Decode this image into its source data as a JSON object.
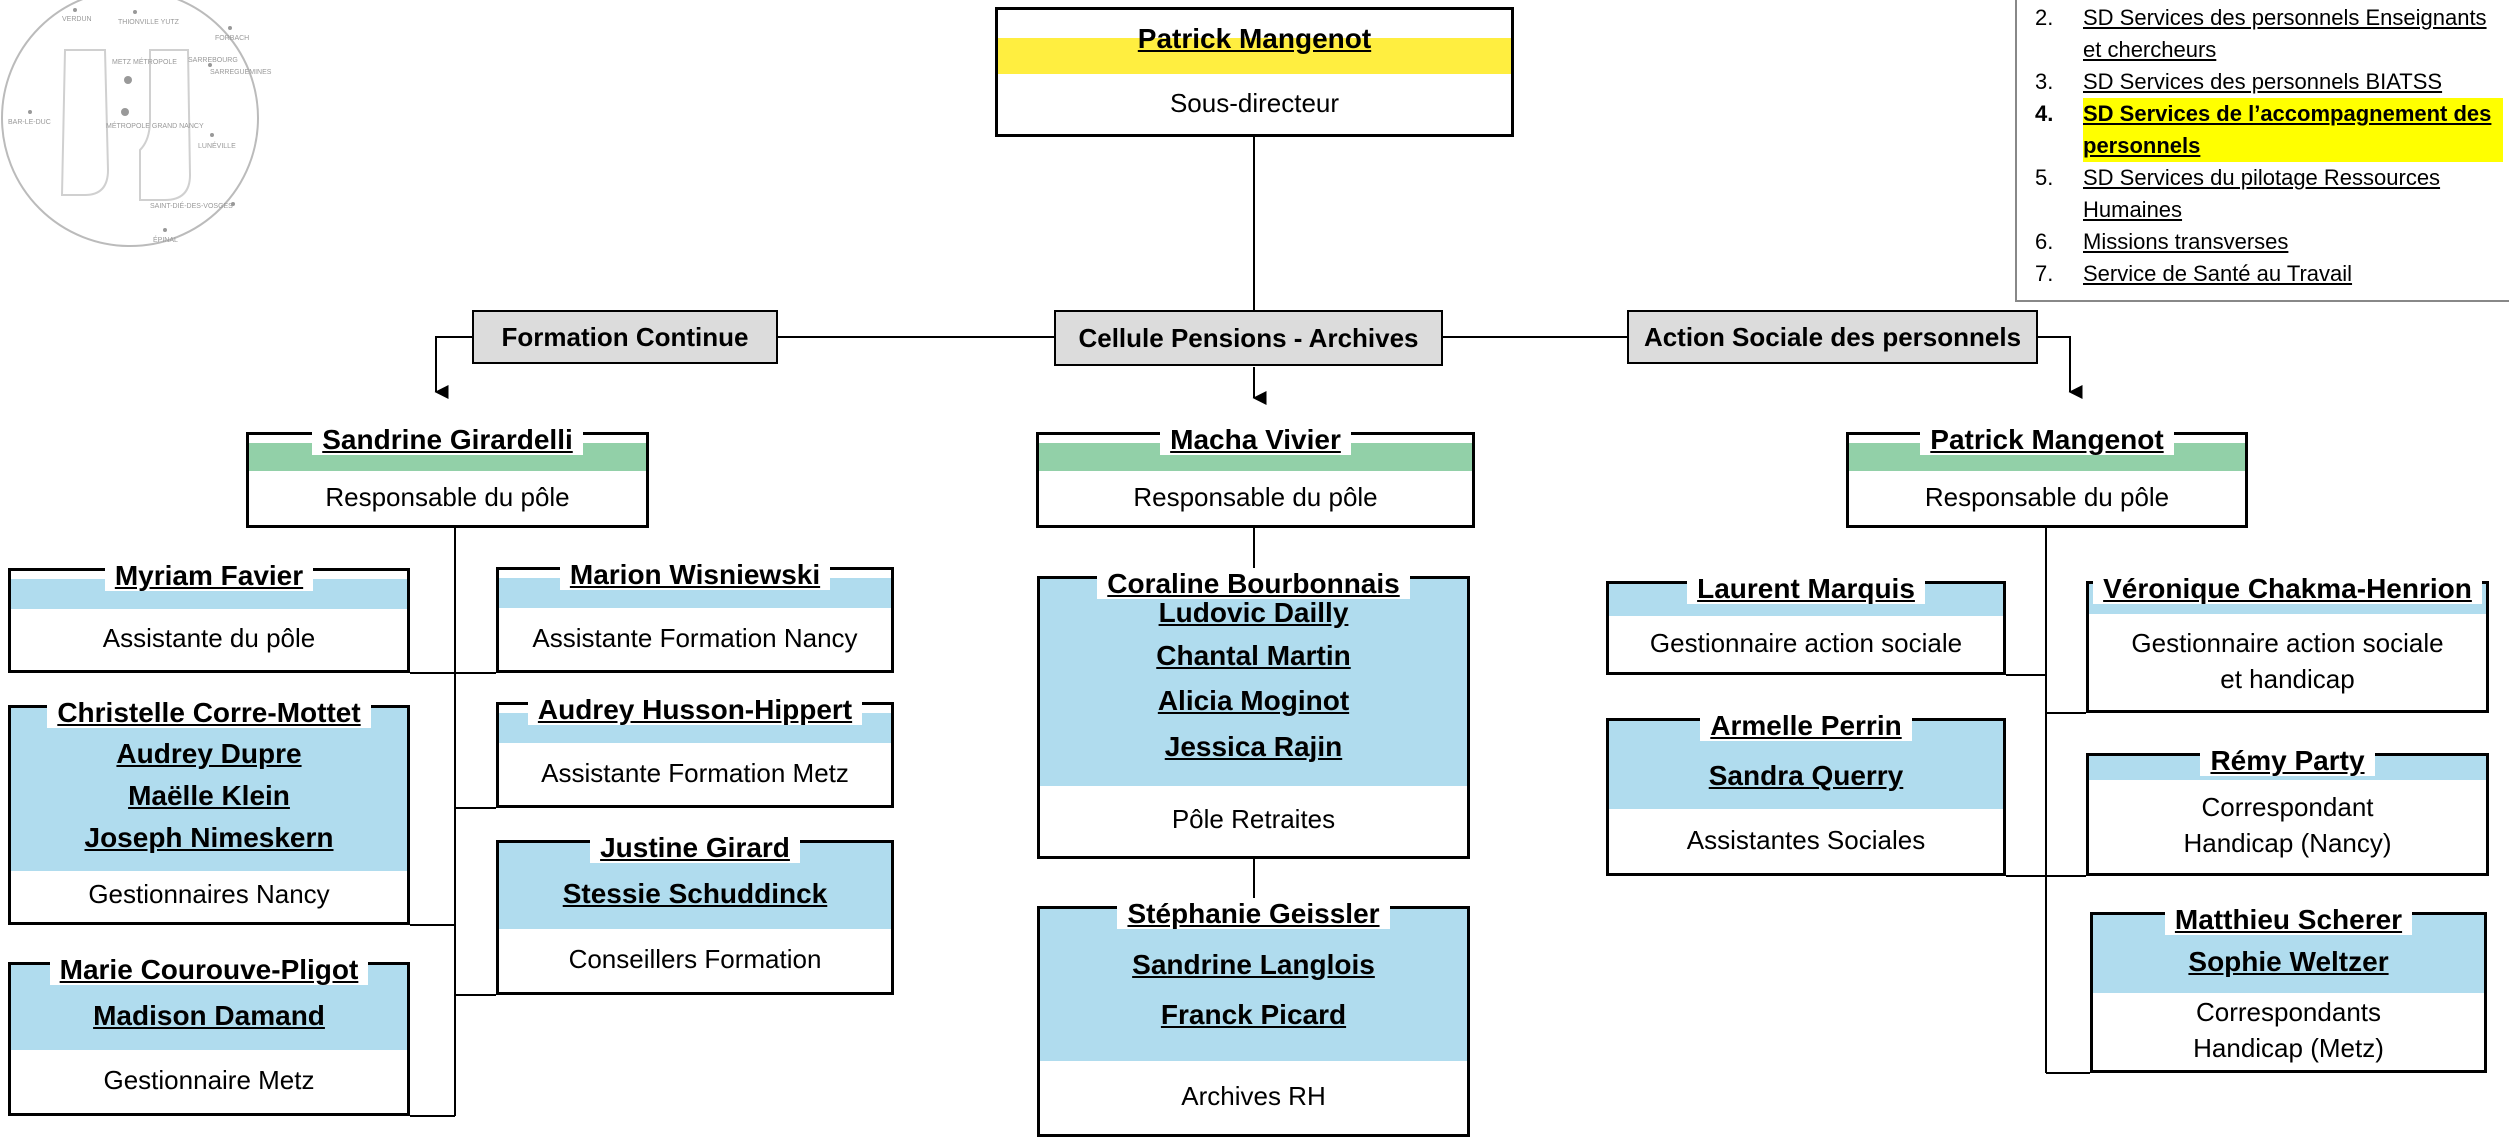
{
  "map": {
    "places": [
      "VERDUN",
      "THIONVILLE YUTZ",
      "FORBACH",
      "METZ MÉTROPOLE",
      "SARREGUEMINES",
      "SARREBOURG",
      "BAR-LE-DUC",
      "MÉTROPOLE GRAND NANCY",
      "LUNÉVILLE",
      "SAINT-DIÉ-DES-VOSGES",
      "ÉPINAL"
    ]
  },
  "legend": {
    "items": [
      {
        "num": "2.",
        "text": "SD Services des personnels Enseignants et chercheurs"
      },
      {
        "num": "3.",
        "text": "SD Services des personnels BIATSS"
      },
      {
        "num": "4.",
        "text": "SD Services de l’accompagnement des personnels",
        "active": true
      },
      {
        "num": "5.",
        "text": "SD Services du pilotage Ressources Humaines"
      },
      {
        "num": "6.",
        "text": "Missions transverses"
      },
      {
        "num": "7.",
        "text": "Service de Santé au Travail"
      }
    ]
  },
  "director": {
    "name": "Patrick Mangenot",
    "role": "Sous-directeur",
    "highlight_color": "#ffee40"
  },
  "sections": {
    "formation": "Formation Continue",
    "pensions": "Cellule Pensions - Archives",
    "action_sociale": "Action Sociale des personnels"
  },
  "colors": {
    "head_band": "#92d0a8",
    "staff_band": "#b0dcee",
    "label_bg": "#dcdcdc"
  },
  "formation": {
    "head": {
      "name": "Sandrine Girardelli",
      "role": "Responsable du pôle"
    },
    "assistante": {
      "names": [
        "Myriam Favier"
      ],
      "role": "Assistante du pôle"
    },
    "nancy": {
      "names": [
        "Christelle Corre-Mottet",
        "Audrey Dupre",
        "Maëlle Klein",
        "Joseph Nimeskern"
      ],
      "role": "Gestionnaires Nancy"
    },
    "metz": {
      "names": [
        "Marie Courouve-Pligot",
        "Madison Damand"
      ],
      "role": "Gestionnaire Metz"
    },
    "asst_nancy": {
      "names": [
        "Marion Wisniewski"
      ],
      "role": "Assistante Formation Nancy"
    },
    "asst_metz": {
      "names": [
        "Audrey Husson-Hippert"
      ],
      "role": "Assistante Formation Metz"
    },
    "conseillers": {
      "names": [
        "Justine Girard",
        "Stessie Schuddinck"
      ],
      "role": "Conseillers Formation"
    }
  },
  "pensions": {
    "head": {
      "name": "Macha Vivier",
      "role": "Responsable du pôle"
    },
    "retraites": {
      "names": [
        "Coraline Bourbonnais",
        "Ludovic Dailly",
        "Chantal Martin",
        "Alicia Moginot",
        "Jessica Rajin"
      ],
      "role": "Pôle Retraites"
    },
    "archives": {
      "names": [
        "Stéphanie Geissler",
        "Sandrine Langlois",
        "Franck Picard"
      ],
      "role": "Archives RH"
    }
  },
  "action": {
    "head": {
      "name": "Patrick Mangenot",
      "role": "Responsable du pôle"
    },
    "gest": {
      "names": [
        "Laurent Marquis"
      ],
      "role": "Gestionnaire action sociale"
    },
    "assistantes": {
      "names": [
        "Armelle Perrin",
        "Sandra Querry"
      ],
      "role": "Assistantes Sociales"
    },
    "handicap": {
      "names": [
        "Véronique Chakma-Henrion"
      ],
      "role": "Gestionnaire action sociale et handicap"
    },
    "corr_nancy": {
      "names": [
        "Rémy Party"
      ],
      "role": "Correspondant Handicap (Nancy)"
    },
    "corr_metz": {
      "names": [
        "Matthieu Scherer",
        "Sophie Weltzer"
      ],
      "role": "Correspondants Handicap (Metz)"
    }
  }
}
